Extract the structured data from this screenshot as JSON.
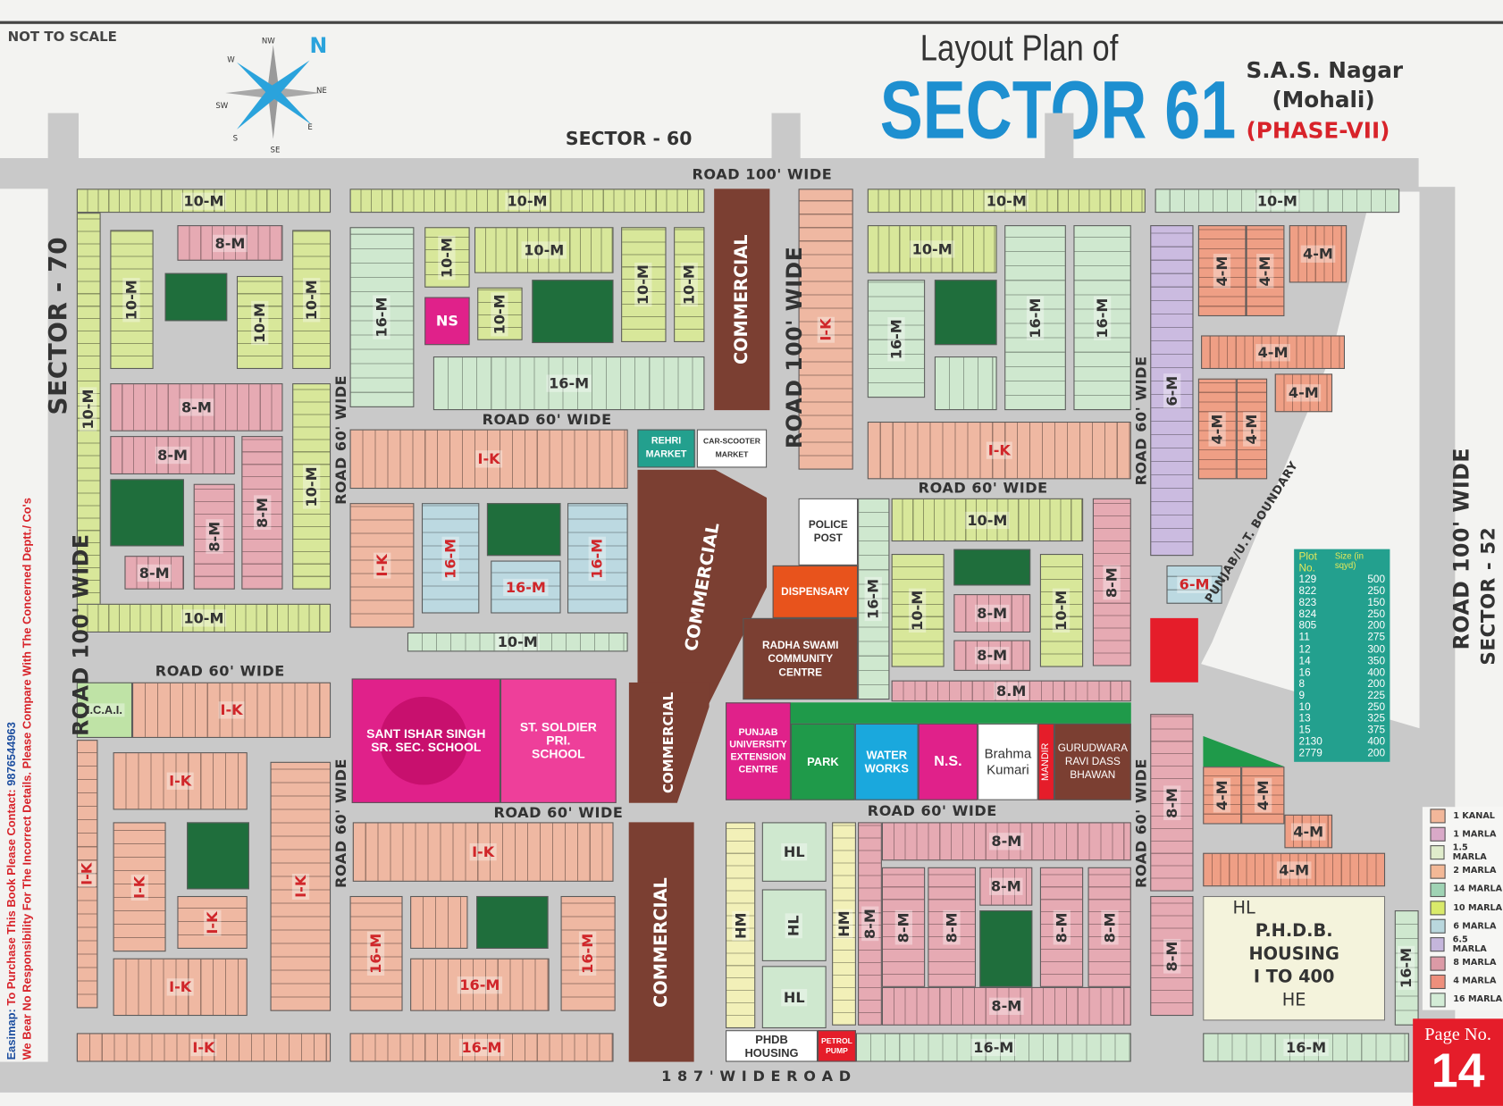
{
  "header": {
    "not_to_scale": "NOT TO SCALE",
    "title_line1": "Layout Plan of",
    "title_line2": "SECTOR 61",
    "city": "S.A.S. Nagar",
    "city_sub": "(Mohali)",
    "phase": "(PHASE-VII)"
  },
  "compass": {
    "labels": [
      "N",
      "NE",
      "E",
      "SE",
      "S",
      "SW",
      "W",
      "NW"
    ]
  },
  "neighbours": {
    "top": "SECTOR - 60",
    "left": "SECTOR - 70",
    "right": "SECTOR - 52"
  },
  "roads": {
    "r100": "ROAD 100' WIDE",
    "r60": "ROAD 60' WIDE",
    "bottom": "1 8 7 '   W I D E  R O A D"
  },
  "boundary": "PUNJAB/U.T. BOUNDARY",
  "blocks": [
    {
      "label": "10-M"
    },
    {
      "label": "10-M"
    },
    {
      "label": "8-M"
    },
    {
      "label": "10-M"
    },
    {
      "label": ""
    },
    {
      "label": "10-M"
    },
    {
      "label": "10-M"
    },
    {
      "label": "8-M"
    },
    {
      "label": "8-M"
    },
    {
      "label": "8-M"
    },
    {
      "label": "8-M"
    },
    {
      "label": ""
    },
    {
      "label": "10-M"
    },
    {
      "label": "8-M"
    },
    {
      "label": "10-M"
    },
    {
      "label": "I.C.A.I."
    },
    {
      "label": "I-K"
    },
    {
      "label": "I-K"
    },
    {
      "label": "I-K"
    },
    {
      "label": ""
    },
    {
      "label": "I-K"
    },
    {
      "label": "I-K"
    },
    {
      "label": "I-K"
    },
    {
      "label": "I-K"
    },
    {
      "label": "I-K"
    },
    {
      "label": "10-M"
    },
    {
      "label": "16-M"
    },
    {
      "label": "10-M"
    },
    {
      "label": "NS"
    },
    {
      "label": "10-M"
    },
    {
      "label": "10-M"
    },
    {
      "label": ""
    },
    {
      "label": "10-M"
    },
    {
      "label": "10-M"
    },
    {
      "label": "16-M"
    },
    {
      "label": "I-K"
    },
    {
      "label": "I-K"
    },
    {
      "label": "16-M"
    },
    {
      "label": ""
    },
    {
      "label": "16-M"
    },
    {
      "label": "16-M"
    },
    {
      "label": "10-M"
    },
    {
      "label": "I-K"
    },
    {
      "label": "16-M"
    },
    {
      "label": ""
    },
    {
      "label": ""
    },
    {
      "label": "16-M"
    },
    {
      "label": "16-M"
    },
    {
      "label": "16-M"
    },
    {
      "label": "I-K"
    },
    {
      "label": "10-M"
    },
    {
      "label": "10-M"
    },
    {
      "label": "16-M"
    },
    {
      "label": ""
    },
    {
      "label": ""
    },
    {
      "label": "16-M"
    },
    {
      "label": "16-M"
    },
    {
      "label": "I-K"
    },
    {
      "label": "10-M"
    },
    {
      "label": "8-M"
    },
    {
      "label": "16-M"
    },
    {
      "label": "10-M"
    },
    {
      "label": ""
    },
    {
      "label": "8-M"
    },
    {
      "label": "8-M"
    },
    {
      "label": "10-M"
    },
    {
      "label": "8.M"
    },
    {
      "label": "HM"
    },
    {
      "label": "HL"
    },
    {
      "label": "HL"
    },
    {
      "label": "HL"
    },
    {
      "label": "HM"
    },
    {
      "label": "8-M"
    },
    {
      "label": "8-M"
    },
    {
      "label": "8-M"
    },
    {
      "label": "8-M"
    },
    {
      "label": "8-M"
    },
    {
      "label": ""
    },
    {
      "label": "8-M"
    },
    {
      "label": "8-M"
    },
    {
      "label": "8-M"
    },
    {
      "label": "16-M"
    },
    {
      "label": "10-M"
    },
    {
      "label": "6-M"
    },
    {
      "label": "4-M"
    },
    {
      "label": "4-M"
    },
    {
      "label": "4-M"
    },
    {
      "label": "4-M"
    },
    {
      "label": "4-M"
    },
    {
      "label": "4-M"
    },
    {
      "label": "4-M"
    },
    {
      "label": "6-M"
    },
    {
      "label": "8-M"
    },
    {
      "label": "8-M"
    },
    {
      "label": "4-M"
    },
    {
      "label": "4-M"
    },
    {
      "label": "4-M"
    },
    {
      "label": "4-M"
    },
    {
      "label": "16-M"
    },
    {
      "label": "16-M"
    }
  ],
  "facilities": {
    "rehri": "REHRI MARKET",
    "car_scooter": "CAR-SCOOTER MARKET",
    "commercial": "COMMERCIAL",
    "police": "POLICE POST",
    "dispensary": "DISPENSARY",
    "radha": "RADHA SWAMI COMMUNITY CENTRE",
    "sant": "SANT ISHAR SINGH SR. SEC. SCHOOL",
    "soldier": "ST. SOLDIER PRI. SCHOOL",
    "pu": "PUNJAB UNIVERSITY EXTENSION CENTRE",
    "park": "PARK",
    "water": "WATER WORKS",
    "ns": "N.S.",
    "brahma": "Brahma Kumari",
    "mandir": "MANDIR",
    "gurudwara": "GURUDWARA RAVI DASS BHAWAN",
    "phdb_housing": "PHDB HOUSING",
    "petrol": "PETROL PUMP",
    "phdb": {
      "hl": "HL",
      "line1": "P.H.D.B.",
      "line2": "HOUSING",
      "line3": "I TO 400",
      "he": "HE"
    }
  },
  "plot_table": {
    "col1": "Plot No.",
    "col2": "Size (in sqyd)",
    "rows": [
      [
        "129",
        "500"
      ],
      [
        "822",
        "250"
      ],
      [
        "823",
        "150"
      ],
      [
        "824",
        "250"
      ],
      [
        "805",
        "200"
      ],
      [
        "11",
        "275"
      ],
      [
        "12",
        "300"
      ],
      [
        "14",
        "350"
      ],
      [
        "16",
        "400"
      ],
      [
        "8",
        "200"
      ],
      [
        "9",
        "225"
      ],
      [
        "10",
        "250"
      ],
      [
        "13",
        "325"
      ],
      [
        "15",
        "375"
      ],
      [
        "2130",
        "400"
      ],
      [
        "2779",
        "200"
      ]
    ]
  },
  "size_legend": [
    {
      "label": "1 KANAL",
      "color": "#f2b79a"
    },
    {
      "label": "1 MARLA",
      "color": "#d9a9c8"
    },
    {
      "label": "1.5 MARLA",
      "color": "#dfeccb"
    },
    {
      "label": "2 MARLA",
      "color": "#f3b896"
    },
    {
      "label": "14 MARLA",
      "color": "#9fd3b4"
    },
    {
      "label": "10 MARLA",
      "color": "#d9ea6a"
    },
    {
      "label": "6 MARLA",
      "color": "#b9d7dd"
    },
    {
      "label": "6.5 MARLA",
      "color": "#c5b6dc"
    },
    {
      "label": "8 MARLA",
      "color": "#dc9aa6"
    },
    {
      "label": "4 MARLA",
      "color": "#ee8f7c"
    },
    {
      "label": "16 MARLA",
      "color": "#d3ecd6"
    }
  ],
  "page": {
    "label": "Page No.",
    "number": "14"
  },
  "side_note": {
    "brand": "Easimap:",
    "contact": "To Purchase This Book Please Contact:",
    "phone": "9876544963",
    "disclaimer": "We Bear No Responsibility For The Incorrect Details. Please Compare With The Concerned Deptt./ Co's"
  }
}
